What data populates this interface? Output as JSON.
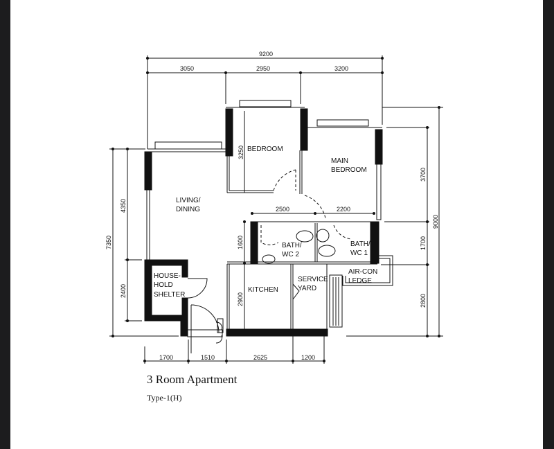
{
  "plan": {
    "title": "3 Room Apartment",
    "subtitle": "Type-1(H)"
  },
  "dimensions": {
    "top_total": "9200",
    "top_segments": [
      "3050",
      "2950",
      "3200"
    ],
    "bottom_segments": [
      "1700",
      "1510",
      "2625",
      "1200"
    ],
    "left_total": "7350",
    "left_segments": [
      "4350",
      "2400"
    ],
    "right_total": "9000",
    "right_segments": [
      "3700",
      "1700",
      "2800"
    ],
    "bedroom_height": "3250",
    "bath_widths": [
      "2500",
      "2200"
    ],
    "bath_height": "1600",
    "kitchen_height": "2900"
  },
  "rooms": {
    "living": [
      "LIVING/",
      "DINING"
    ],
    "bedroom": [
      "BEDROOM"
    ],
    "main_bedroom": [
      "MAIN",
      "BEDROOM"
    ],
    "bath2": [
      "BATH/",
      "WC 2"
    ],
    "bath1": [
      "BATH/",
      "WC 1"
    ],
    "shelter": [
      "HOUSE-",
      "HOLD",
      "SHELTER"
    ],
    "kitchen": [
      "KITCHEN"
    ],
    "service_yard": [
      "SERVICE",
      "YARD"
    ],
    "aircon": [
      "AIR-CON",
      "LEDGE"
    ]
  }
}
